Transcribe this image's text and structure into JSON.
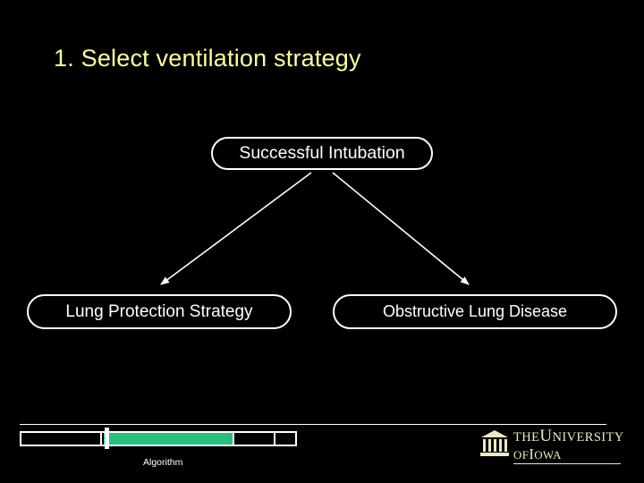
{
  "slide": {
    "title": "1. Select ventilation strategy",
    "background_color": "#000000",
    "title_color": "#ffff99"
  },
  "diagram": {
    "type": "flowchart",
    "node_color": "#ffffff",
    "nodes": [
      {
        "id": "top",
        "label": "Successful Intubation"
      },
      {
        "id": "left",
        "label": "Lung Protection Strategy"
      },
      {
        "id": "right",
        "label": "Obstructive Lung Disease"
      }
    ],
    "edges": [
      {
        "from": "top",
        "to": "left"
      },
      {
        "from": "top",
        "to": "right"
      }
    ]
  },
  "footer": {
    "label": "Algorithm",
    "progress_fill_color": "#27c07a",
    "logo": {
      "line1_major": "THE",
      "line1_minor": "U",
      "line1_rest": "NIVERSITY",
      "line2_major": "OF",
      "line2_minor": "I",
      "line2_rest": "OWA"
    }
  }
}
